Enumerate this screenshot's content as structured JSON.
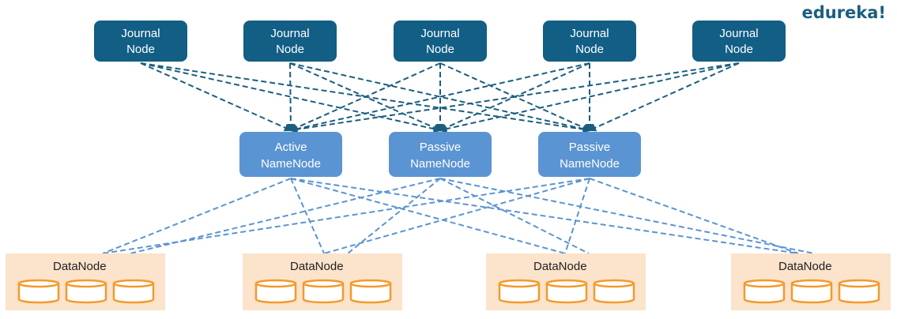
{
  "brand": "edureka!",
  "colors": {
    "journal_fill": "#125e85",
    "journal_edge": "#1b5e80",
    "namenode_fill": "#5b94d2",
    "namenode_edge": "#5b94d2",
    "datanode_bg": "#fbe3cc",
    "disk_stroke": "#f39a2c",
    "label_light": "#ffffff",
    "label_dark": "#222222"
  },
  "journal_nodes": [
    {
      "label": [
        "Journal",
        "Node"
      ]
    },
    {
      "label": [
        "Journal",
        "Node"
      ]
    },
    {
      "label": [
        "Journal",
        "Node"
      ]
    },
    {
      "label": [
        "Journal",
        "Node"
      ]
    },
    {
      "label": [
        "Journal",
        "Node"
      ]
    }
  ],
  "name_nodes": [
    {
      "label": [
        "Active",
        "NameNode"
      ]
    },
    {
      "label": [
        "Passive",
        "NameNode"
      ]
    },
    {
      "label": [
        "Passive",
        "NameNode"
      ]
    }
  ],
  "data_nodes": [
    {
      "label": "DataNode",
      "disks": 3
    },
    {
      "label": "DataNode",
      "disks": 3
    },
    {
      "label": "DataNode",
      "disks": 3
    },
    {
      "label": "DataNode",
      "disks": 3
    }
  ]
}
